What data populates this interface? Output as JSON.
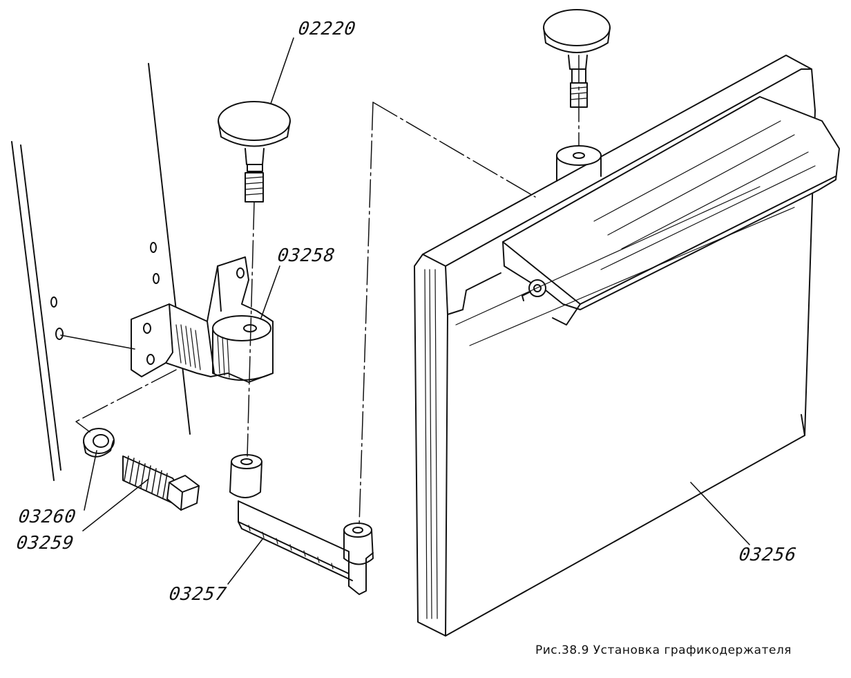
{
  "labels": {
    "thumb_screw": "02220",
    "bracket": "03258",
    "washer": "03260",
    "bolt": "03259",
    "arm": "03257",
    "holder": "03256"
  },
  "caption": "Рис.38.9  Установка графикодержателя",
  "colors": {
    "ink": "#111111",
    "paper": "#ffffff"
  }
}
